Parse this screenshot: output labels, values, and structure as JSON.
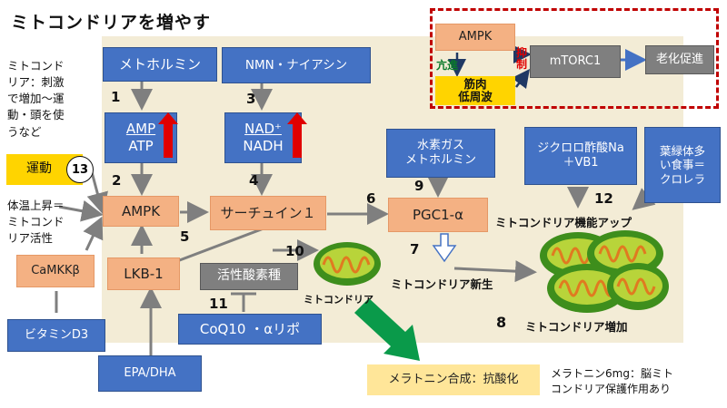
{
  "title": "ミトコンドリアを増やす",
  "notes": {
    "stimulus": "ミトコンド\nリア：刺激\nで増加〜運\n動・頭を使\nうなど",
    "body_temp": "体温上昇＝\nミトコンド\nリア活性",
    "melatonin_note": "メラトニン6mg：脳ミト\nコンドリア保護作用あり",
    "chlorella": "葉緑体多\nい食事＝\nクロレラ"
  },
  "boxes": {
    "metformin": "メトホルミン",
    "nmn": "NMN・ナイアシン",
    "amp_atp_top": "AMP",
    "amp_atp_bottom": "ATP",
    "nad_nadh_top": "NAD⁺",
    "nad_nadh_bottom": "NADH",
    "hydrogen_top": "水素ガス",
    "hydrogen_bottom": "メトホルミン",
    "dichloro_top": "ジクロロ酢酸Na",
    "dichloro_bottom": "＋VB1",
    "exercise": "運動",
    "ampk": "AMPK",
    "sirtuin": "サーチュイン１",
    "pgc1a": "PGC1-α",
    "lkb1": "LKB-1",
    "ros": "活性酸素種",
    "coq10": "CoQ10 ・αリポ",
    "camkk": "CaMKKβ",
    "vitd3": "ビタミンD3",
    "epa": "EPA/DHA",
    "melatonin": "メラトニン合成：抗酸化",
    "inset_ampk": "AMPK",
    "inset_muscle_top": "筋肉",
    "inset_muscle_bottom": "低周波",
    "inset_mtorc1": "mTORC1",
    "inset_aging": "老化促進",
    "inset_promote": "亢進",
    "inset_inhibit": "抑\n制"
  },
  "labels": {
    "mito": "ミトコンドリア",
    "mito_new": "ミトコンドリア新生",
    "mito_increase": "ミトコンドリア増加",
    "mito_function": "ミトコンドリア機能アップ"
  },
  "numbers": [
    "1",
    "2",
    "3",
    "4",
    "5",
    "6",
    "7",
    "8",
    "9",
    "10",
    "11",
    "12",
    "13"
  ],
  "colors": {
    "blue": "#4472c4",
    "salmon": "#f4b183",
    "gray": "#7f7f7f",
    "yellow": "#ffd400",
    "pale_yellow": "#ffe699",
    "red": "#e00000",
    "green_arrow": "#0a9a4a",
    "paper": "#f3ecd6"
  },
  "icons": [
    "red-up-arrow-icon",
    "mitochondria-icon",
    "down-hollow-arrow-icon",
    "green-arrow-icon"
  ]
}
